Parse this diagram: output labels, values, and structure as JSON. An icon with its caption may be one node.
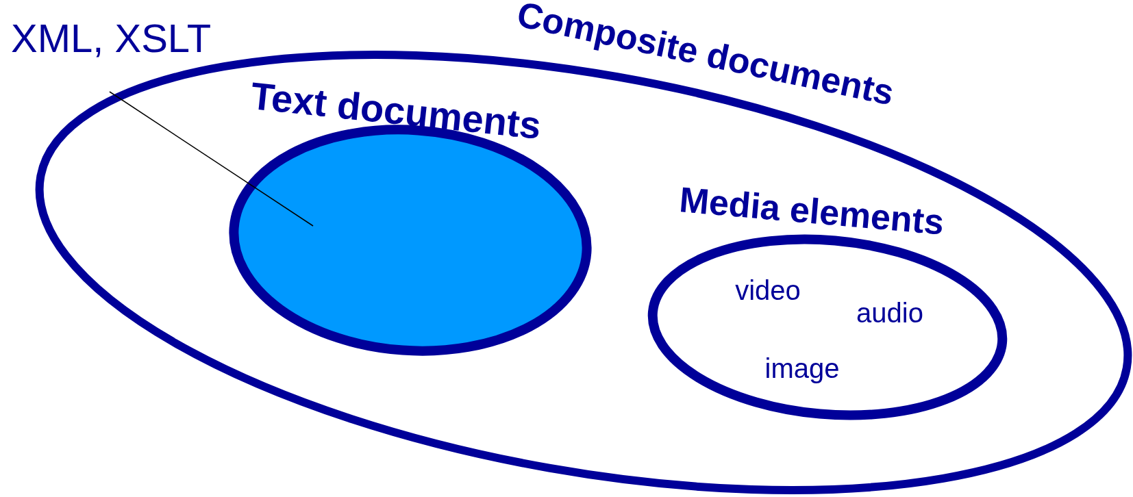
{
  "diagram": {
    "nodes": [
      {
        "text": [
          "Composite documents"
        ]
      },
      {
        "text": [
          "Text documents"
        ],
        "in": 0
      },
      {
        "text": [
          "Media elements"
        ],
        "in": 0
      },
      {
        "text": [
          "XML, XSLT"
        ]
      }
    ],
    "edges": [
      {
        "from": 3,
        "to": 1,
        "arrow": "none"
      }
    ],
    "labels": [
      "video",
      "audio",
      "image"
    ]
  }
}
